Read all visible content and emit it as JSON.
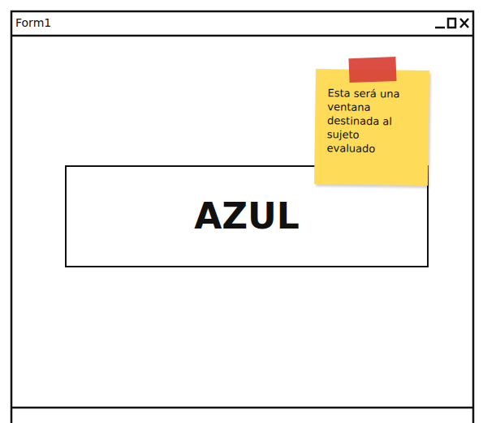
{
  "diagram": {
    "nodes": [
      {
        "text": [
          "Esta será una ventana destinada al sujeto evaluado"
        ]
      },
      {
        "text": [
          "AZUL"
        ]
      }
    ],
    "labels": [
      "Form1"
    ]
  }
}
